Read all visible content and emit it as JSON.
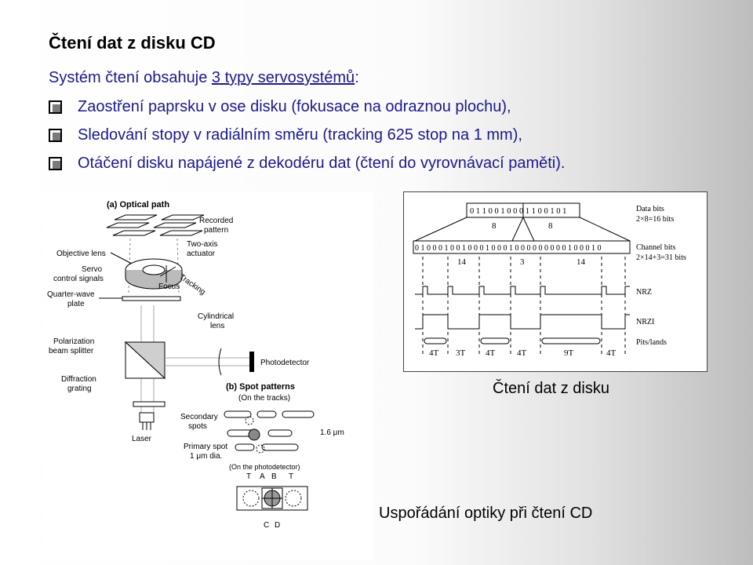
{
  "slide": {
    "title": "Čtení dat z disku CD",
    "intro_before": "Systém čtení obsahuje ",
    "intro_link": "3 typy servosystémů",
    "intro_after": ":",
    "bullets": [
      "Zaostření paprsku v ose disku (fokusace na odraznou plochu),",
      "Sledování stopy v radiálním směru (tracking 625 stop na 1 mm),",
      "Otáčení disku napájené z dekodéru dat (čtení do vyrovnávací paměti)."
    ],
    "caption_right": "Čtení dat z disku",
    "caption_left": "Uspořádání optiky při čtení CD"
  },
  "optics": {
    "section_a": "(a) Optical path",
    "recorded": [
      "Recorded",
      "pattern"
    ],
    "objective": "Objective lens",
    "two_axis": [
      "Two-axis",
      "actuator"
    ],
    "servo": [
      "Servo",
      "control signals"
    ],
    "focus": "Focus",
    "tracking": "Tracking",
    "quarter": [
      "Quarter-wave",
      "plate"
    ],
    "cylindrical": [
      "Cylindrical",
      "lens"
    ],
    "polarization": [
      "Polarization",
      "beam splitter"
    ],
    "photodetector": "Photodetector",
    "diffraction": [
      "Diffraction",
      "grating"
    ],
    "laser": "Laser",
    "section_b": [
      "(b) Spot patterns",
      "(On the tracks)"
    ],
    "secondary": [
      "Secondary",
      "spots"
    ],
    "pitch": "1.6 μm",
    "primary": [
      "Primary spot",
      "1 μm dia."
    ],
    "on_detector": "(On the photodetector)",
    "top_letters": [
      "T",
      "A",
      "B",
      "T"
    ],
    "bottom_letters": [
      "C",
      "D"
    ]
  },
  "encoding": {
    "data_bits": "0 1 1 0 0 1 0 0 0 1 1 0 0 1 0 1",
    "group_counts": [
      "8",
      "8"
    ],
    "data_label": [
      "Data bits",
      "2×8=16 bits"
    ],
    "channel_bits": "0 1 0 0 0 1 0 0 1 0 0 0 1 0 0 0 1 0 0 0 0 0 0 0 0 0 1 0 0 0 1 0",
    "channel_counts": [
      "14",
      "3",
      "14"
    ],
    "channel_label": [
      "Channel bits",
      "2×14+3=31 bits"
    ],
    "nrz": "NRZ",
    "nrzi": "NRZI",
    "pits": "Pits/lands",
    "pit_lengths": [
      "4T",
      "3T",
      "4T",
      "4T",
      "9T",
      "4T"
    ]
  }
}
